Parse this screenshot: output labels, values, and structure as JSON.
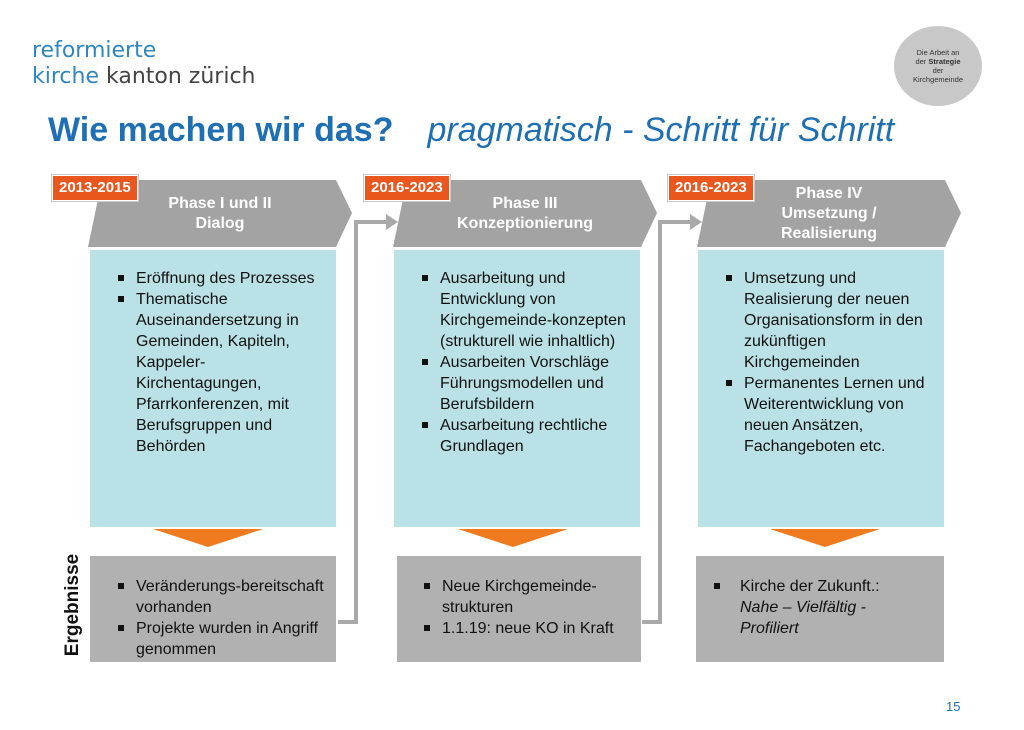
{
  "logo": {
    "line1": "reformierte",
    "line2a": "kirche",
    "line2b": " kanton zürich"
  },
  "badge": {
    "line1": "Die Arbeit an",
    "line2a": "der ",
    "line2b": "Strategie",
    "line3": "der",
    "line4": "Kirchgemeinde"
  },
  "title": {
    "main": "Wie machen wir das?",
    "sub": "pragmatisch - Schritt für Schritt"
  },
  "colors": {
    "accent_orange": "#e9571f",
    "title_blue": "#1f6fb4",
    "phase_box": "#b9e1e6",
    "result_box": "#b1b1b1",
    "chevron": "#a3a3a3"
  },
  "phases": [
    {
      "year": "2013-2015",
      "label_lines": [
        "Phase I und II",
        "Dialog"
      ],
      "items": [
        "Eröffnung des Prozesses",
        "Thematische Auseinandersetzung in Gemeinden, Kapiteln, Kappeler-Kirchentagungen, Pfarrkonferenzen, mit Berufsgruppen und Behörden"
      ],
      "results": [
        "Veränderungs-bereitschaft vorhanden",
        "Projekte wurden in Angriff genommen"
      ]
    },
    {
      "year": "2016-2023",
      "label_lines": [
        "Phase III",
        "Konzeptionierung"
      ],
      "items": [
        "Ausarbeitung und Entwicklung von Kirchgemeinde-konzepten (strukturell wie inhaltlich)",
        "Ausarbeiten Vorschläge Führungsmodellen und Berufsbildern",
        "Ausarbeitung rechtliche Grundlagen"
      ],
      "results": [
        "Neue Kirchgemeinde-strukturen",
        "1.1.19: neue KO in Kraft"
      ]
    },
    {
      "year": "2016-2023",
      "label_lines": [
        "Phase IV",
        "Umsetzung /",
        "Realisierung"
      ],
      "items": [
        "Umsetzung und Realisierung der neuen Organisationsform in den zukünftigen Kirchgemeinden",
        "Permanentes Lernen und  Weiterentwicklung von neuen Ansätzen, Fachangeboten etc."
      ],
      "result_title": "Kirche der Zukunft.:",
      "result_sub": "Nahe – Vielfältig  - Profiliert"
    }
  ],
  "results_label": "Ergebnisse",
  "page_number": "15"
}
